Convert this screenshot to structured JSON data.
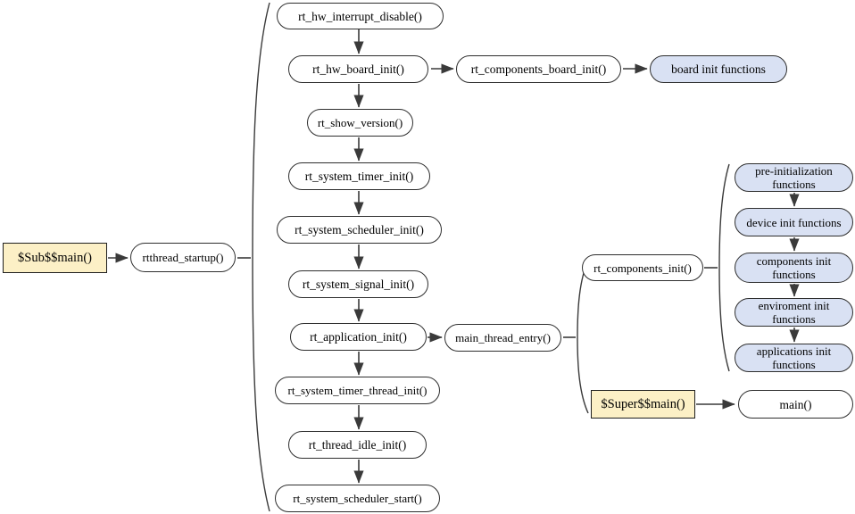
{
  "diagram": {
    "type": "flowchart",
    "colors": {
      "background": "#ffffff",
      "node_fill": "#ffffff",
      "node_border": "#2e2e2e",
      "entry_fill_tan": "#fcf0c6",
      "group_fill_blue": "#d9e1f3",
      "connector": "#3a3a3a",
      "text": "#000000"
    },
    "nodes": {
      "sub_main": "$Sub$$main()",
      "rtthread_startup": "rtthread_startup()",
      "rt_hw_interrupt_disable": "rt_hw_interrupt_disable()",
      "rt_hw_board_init": "rt_hw_board_init()",
      "rt_components_board_init": "rt_components_board_init()",
      "board_init_functions": "board init functions",
      "rt_show_version": "rt_show_version()",
      "rt_system_timer_init": "rt_system_timer_init()",
      "rt_system_scheduler_init": "rt_system_scheduler_init()",
      "rt_system_signal_init": "rt_system_signal_init()",
      "rt_application_init": "rt_application_init()",
      "main_thread_entry": "main_thread_entry()",
      "rt_components_init": "rt_components_init()",
      "pre_initialization_functions": "pre-initialization\nfunctions",
      "device_init_functions": "device init functions",
      "components_init_functions": "components init\nfunctions",
      "enviroment_init_functions": "enviroment init\nfunctions",
      "applications_init_functions": "applications init\nfunctions",
      "rt_system_timer_thread_init": "rt_system_timer_thread_init()",
      "rt_thread_idle_init": "rt_thread_idle_init()",
      "rt_system_scheduler_start": "rt_system_scheduler_start()",
      "super_main": "$Super$$main()",
      "main": "main()"
    }
  }
}
